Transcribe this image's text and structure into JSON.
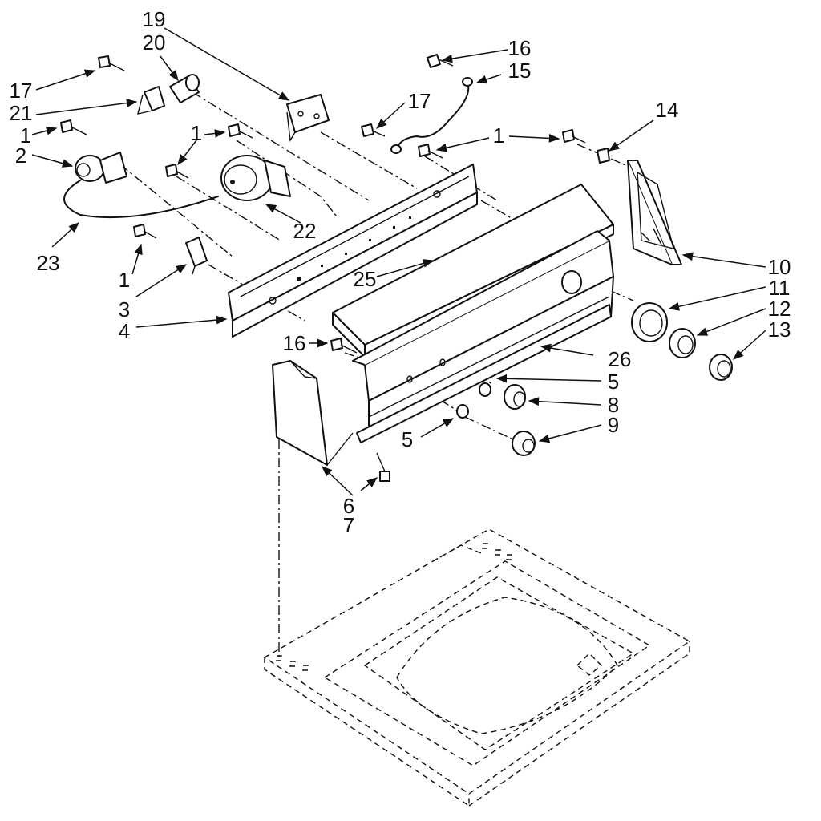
{
  "callouts": [
    {
      "id": "p1a",
      "text": "1"
    },
    {
      "id": "p1b",
      "text": "1"
    },
    {
      "id": "p1c",
      "text": "1"
    },
    {
      "id": "p1d",
      "text": "1"
    },
    {
      "id": "p2",
      "text": "2"
    },
    {
      "id": "p3",
      "text": "3"
    },
    {
      "id": "p4",
      "text": "4"
    },
    {
      "id": "p5a",
      "text": "5"
    },
    {
      "id": "p5b",
      "text": "5"
    },
    {
      "id": "p6",
      "text": "6"
    },
    {
      "id": "p7",
      "text": "7"
    },
    {
      "id": "p8",
      "text": "8"
    },
    {
      "id": "p9",
      "text": "9"
    },
    {
      "id": "p10",
      "text": "10"
    },
    {
      "id": "p11",
      "text": "11"
    },
    {
      "id": "p12",
      "text": "12"
    },
    {
      "id": "p13",
      "text": "13"
    },
    {
      "id": "p14",
      "text": "14"
    },
    {
      "id": "p15",
      "text": "15"
    },
    {
      "id": "p16a",
      "text": "16"
    },
    {
      "id": "p16b",
      "text": "16"
    },
    {
      "id": "p17a",
      "text": "17"
    },
    {
      "id": "p17b",
      "text": "17"
    },
    {
      "id": "p19",
      "text": "19"
    },
    {
      "id": "p20",
      "text": "20"
    },
    {
      "id": "p21",
      "text": "21"
    },
    {
      "id": "p22",
      "text": "22"
    },
    {
      "id": "p23",
      "text": "23"
    },
    {
      "id": "p25",
      "text": "25"
    },
    {
      "id": "p26",
      "text": "26"
    }
  ]
}
